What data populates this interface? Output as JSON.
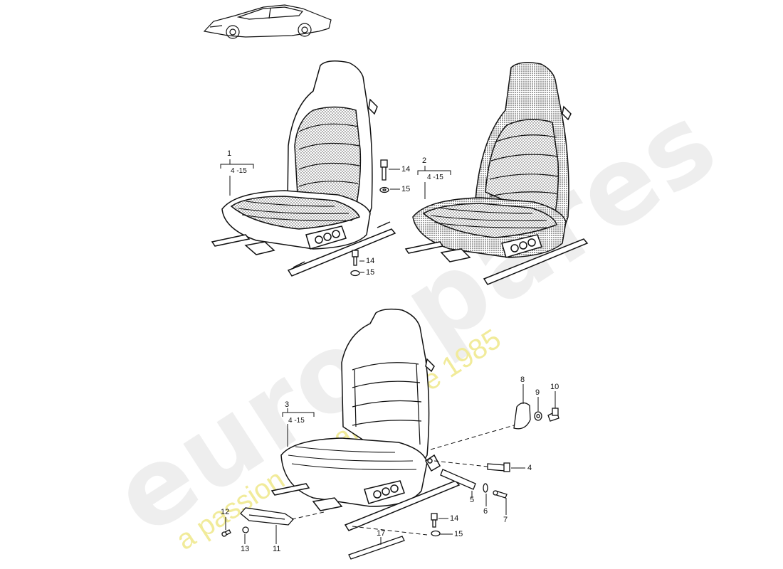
{
  "watermark": {
    "brand": "eurospares",
    "tagline": "a passion for parts since 1985",
    "brand_color": "#e6e6e6",
    "tagline_color": "#f0e88e"
  },
  "assemblies": [
    {
      "number": "1",
      "range": "4 -15"
    },
    {
      "number": "2",
      "range": "4 -15"
    },
    {
      "number": "3",
      "range": "4 -15"
    }
  ],
  "callouts": {
    "c4": "4",
    "c5": "5",
    "c6": "6",
    "c7": "7",
    "c8": "8",
    "c9": "9",
    "c10": "10",
    "c11": "11",
    "c12": "12",
    "c13": "13",
    "c14": "14",
    "c15": "15",
    "c17": "17"
  },
  "icons": [
    "car-thumbnail-icon",
    "seat-icon",
    "bolt-icon",
    "washer-icon",
    "screw-icon",
    "knob-icon",
    "trim-cover-icon",
    "slide-rail-icon"
  ]
}
